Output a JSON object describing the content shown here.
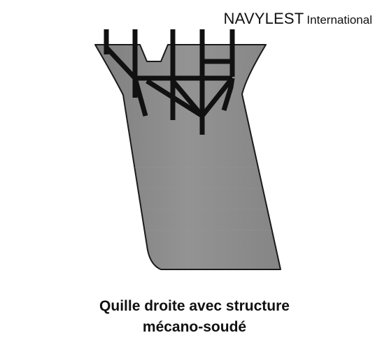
{
  "brand": {
    "name": "NAVYLEST",
    "subtitle": "International"
  },
  "caption": {
    "line1": "Quille droite avec structure",
    "line2": "mécano-soudé"
  },
  "colors": {
    "keel_fill": "#8c8c8c",
    "keel_outline": "#1a1a1a",
    "structure": "#111111",
    "text": "#111111"
  }
}
